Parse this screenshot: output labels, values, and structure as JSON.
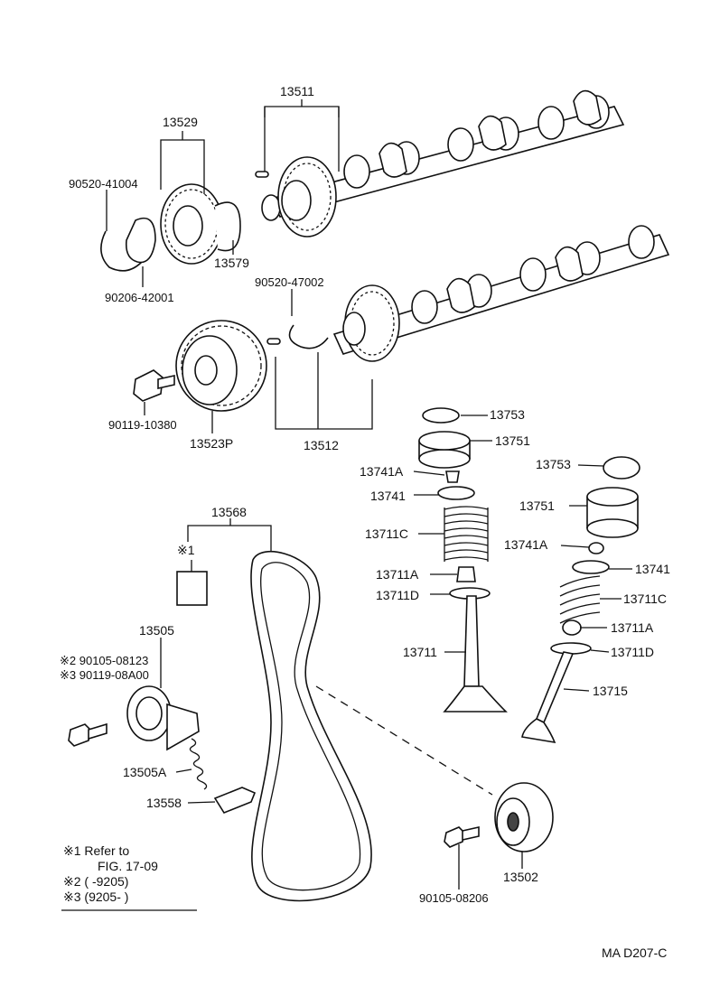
{
  "diagram": {
    "code": "MA D207-C",
    "labels": {
      "p13511": "13511",
      "p13529": "13529",
      "p90520_41004": "90520-41004",
      "p13579": "13579",
      "p90206_42001": "90206-42001",
      "p90520_47002": "90520-47002",
      "p90119_10380": "90119-10380",
      "p13523P": "13523P",
      "p13512": "13512",
      "p13753a": "13753",
      "p13751a": "13751",
      "p13741Aa": "13741A",
      "p13741a": "13741",
      "p13711Ca": "13711C",
      "p13711Aa": "13711A",
      "p13711Da": "13711D",
      "p13711": "13711",
      "p13753b": "13753",
      "p13751b": "13751",
      "p13741Ab": "13741A",
      "p13741b": "13741",
      "p13711Cb": "13711C",
      "p13711Ab": "13711A",
      "p13711Db": "13711D",
      "p13715": "13715",
      "p13568": "13568",
      "ref1": "※1",
      "p13505": "13505",
      "p90105_08123": "※2 90105-08123",
      "p90119_08A00": "※3 90119-08A00",
      "p13505A": "13505A",
      "p13558": "13558",
      "p90105_08206": "90105-08206",
      "p13502": "13502"
    },
    "notes": {
      "n1a": "※1 Refer to",
      "n1b": "FIG. 17-09",
      "n2": "※2 (      -9205)",
      "n3": "※3 (9205-        )"
    }
  }
}
